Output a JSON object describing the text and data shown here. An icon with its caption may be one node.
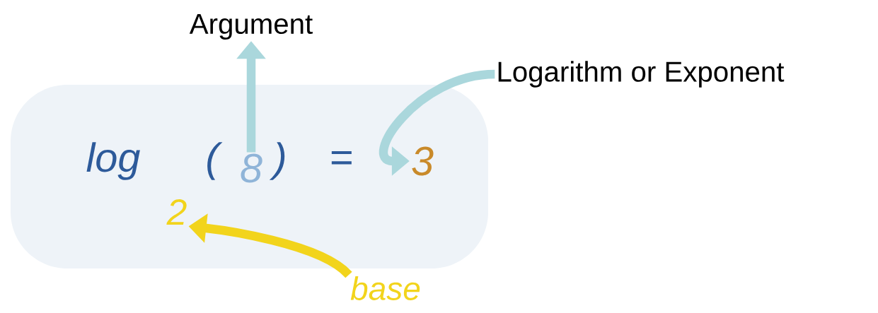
{
  "diagram": {
    "nodes": [
      {
        "text": [
          "Argument"
        ]
      },
      {
        "text": [
          "8"
        ]
      },
      {
        "text": [
          "Logarithm or Exponent"
        ]
      },
      {
        "text": [
          "3"
        ]
      },
      {
        "text": [
          "2"
        ]
      },
      {
        "text": [
          "base"
        ]
      }
    ],
    "edges": [
      {
        "from": 1,
        "to": 0,
        "arrow": "to"
      },
      {
        "from": 2,
        "to": 3,
        "arrow": "to"
      },
      {
        "from": 5,
        "to": 4,
        "arrow": "to",
        "color": "#f2d41c"
      }
    ],
    "labels": [
      "log",
      "(",
      ")",
      "="
    ]
  }
}
